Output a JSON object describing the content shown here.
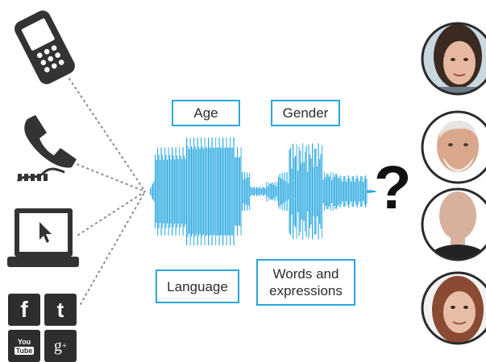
{
  "labels": {
    "age": "Age",
    "gender": "Gender",
    "language": "Language",
    "words_line1": "Words and",
    "words_line2": "expressions",
    "question": "?"
  },
  "social_icons": {
    "facebook": "f",
    "twitter": "t",
    "youtube_top": "You",
    "youtube_bottom": "Tube",
    "gplus_g": "g",
    "gplus_plus": "+"
  },
  "icons": [
    "mobile-phone-icon",
    "telephone-handset-icon",
    "laptop-icon",
    "facebook-icon",
    "twitter-icon",
    "youtube-icon",
    "google-plus-icon"
  ],
  "colors": {
    "accent": "#2aa6dd",
    "waveform": "#29a8e0",
    "device": "#333333",
    "dots": "#8a8a8a",
    "question": "#111111",
    "portrait_border": "#2a2a2a"
  }
}
